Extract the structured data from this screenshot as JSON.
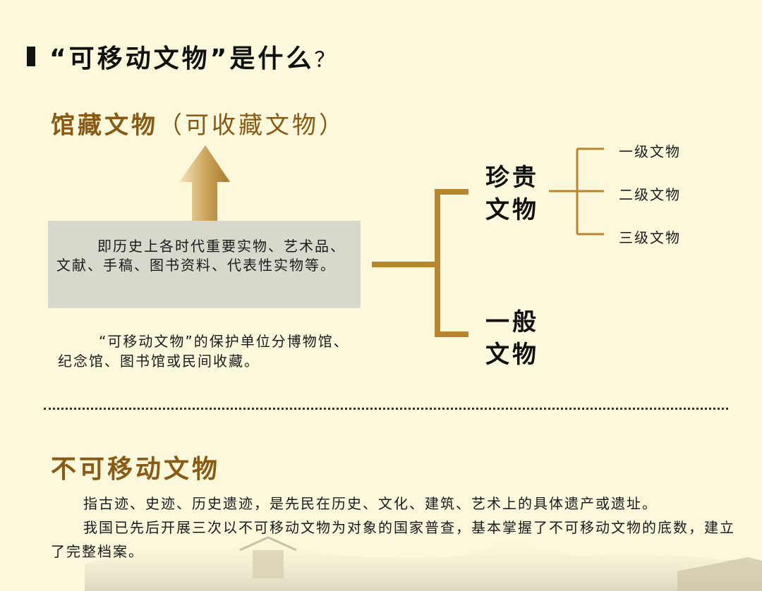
{
  "title": {
    "main": "“可移动文物”是什么",
    "question_mark": "？"
  },
  "movable": {
    "heading": "馆藏文物",
    "heading_sub": "（可收藏文物）",
    "definition": "即历史上各时代重要实物、艺术品、文献、手稿、图书资料、代表性实物等。",
    "protection": "“可移动文物”的保护单位分博物馆、纪念馆、图书馆或民间收藏。",
    "categories": {
      "precious": "珍贵\n文物",
      "general": "一般\n文物"
    },
    "grades": [
      "一级文物",
      "二级文物",
      "三级文物"
    ]
  },
  "immovable": {
    "heading": "不可移动文物",
    "paragraphs": [
      "指古迹、史迹、历史遗迹，是先民在历史、文化、建筑、艺术上的具体遗产或遗址。",
      "我国已先后开展三次以不可移动文物为对象的国家普查，基本掌握了不可移动文物的底数，建立了完整档案。"
    ]
  },
  "colors": {
    "background": "#fbf8dc",
    "heading_brown": "#8a5a14",
    "bracket_gold": "#b8862e",
    "box_gray": "#d9d8cc"
  }
}
